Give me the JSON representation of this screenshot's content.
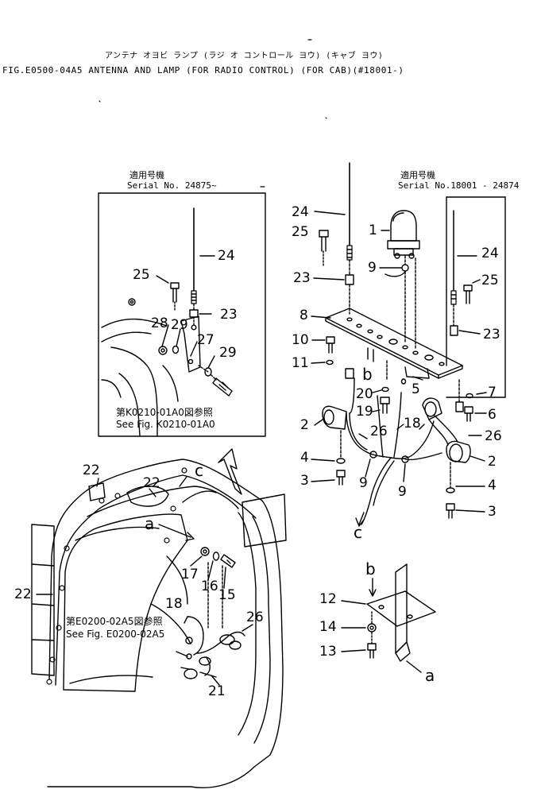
{
  "header": {
    "kana_line": "アンテナ オヨビ  ランプ  (ラジ オ コントロール ヨウ) (キャブ ヨウ)",
    "fig_line": "FIG.E0500-04A5  ANTENNA AND LAMP (FOR RADIO CONTROL) (FOR CAB)(#18001-)"
  },
  "left_inset": {
    "serial_jp": "適用号機",
    "serial_no": "Serial No. 24875~",
    "ref_jp": "第K0210-01A0図参照",
    "ref_en": "See Fig. K0210-01A0",
    "labels": [
      "24",
      "25",
      "23",
      "28",
      "29",
      "27",
      "29"
    ]
  },
  "right_inset": {
    "serial_jp": "適用号機",
    "serial_no": "Serial No.18001 - 24874",
    "labels": [
      "24",
      "23"
    ]
  },
  "main": {
    "labels": [
      "24",
      "1",
      "25",
      "9",
      "23",
      "8",
      "10",
      "11",
      "b",
      "5",
      "20",
      "19",
      "7",
      "6",
      "2",
      "26",
      "18",
      "26",
      "4",
      "3",
      "9",
      "9",
      "c",
      "2",
      "4",
      "3",
      "25"
    ]
  },
  "cab": {
    "labels": [
      "22",
      "22",
      "c",
      "a",
      "22",
      "17",
      "16",
      "15",
      "18",
      "26",
      "21"
    ],
    "ref_jp": "第E0200-02A5図参照",
    "ref_en": "See Fig. E0200-02A5"
  },
  "bracket": {
    "labels": [
      "b",
      "12",
      "14",
      "13",
      "a"
    ]
  }
}
